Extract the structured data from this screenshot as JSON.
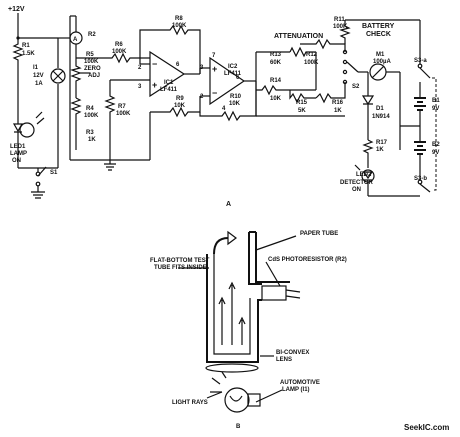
{
  "circuit": {
    "supply": "+12V",
    "r1": {
      "ref": "R1",
      "val": "1.5K"
    },
    "i1": {
      "ref": "I1",
      "v": "12V",
      "a": "1A"
    },
    "led1": {
      "ref": "LED1",
      "l1": "LAMP",
      "l2": "ON"
    },
    "s1": "S1",
    "r2": "R2",
    "r5": {
      "ref": "R5",
      "val": "100K",
      "l1": "ZERO",
      "l2": "ADJ"
    },
    "r6": {
      "ref": "R6",
      "val": "100K"
    },
    "r8": {
      "ref": "R8",
      "val": "100K"
    },
    "r4": {
      "ref": "R4",
      "val": "100K"
    },
    "r3": {
      "ref": "R3",
      "val": "1K"
    },
    "r7": {
      "ref": "R7",
      "val": "100K"
    },
    "ic1": {
      "ref": "IC1",
      "part": "LF411"
    },
    "ic2": {
      "ref": "IC2",
      "part": "LF411"
    },
    "r9": {
      "ref": "R9",
      "val": "10K"
    },
    "r10": {
      "ref": "R10",
      "val": "10K"
    },
    "attenuation": "ATTENUATION",
    "r11": {
      "ref": "R11",
      "val": "100K"
    },
    "battery_check": [
      "BATTERY",
      "CHECK"
    ],
    "r13": {
      "ref": "R13",
      "val": "60K"
    },
    "r12": {
      "ref": "R12",
      "val": "100K"
    },
    "r14": {
      "ref": "R14",
      "val": "10K"
    },
    "r15": {
      "ref": "R15",
      "val": "5K"
    },
    "r16": {
      "ref": "R16",
      "val": "1K"
    },
    "s2": "S2",
    "m1": {
      "ref": "M1",
      "val": "100µA"
    },
    "d1": {
      "ref": "D1",
      "part": "1N914"
    },
    "r17": {
      "ref": "R17",
      "val": "1K"
    },
    "led2": {
      "ref": "LED2",
      "l1": "DETECTOR",
      "l2": "ON"
    },
    "s3a": "S3-a",
    "s3b": "S3-b",
    "b1": {
      "ref": "B1",
      "val": "9V"
    },
    "b2": {
      "ref": "B2",
      "val": "9V"
    },
    "pins": {
      "p2": "2",
      "p3": "3",
      "p6": "6",
      "p7": "7",
      "p4": "4"
    },
    "caption": "A"
  },
  "apparatus": {
    "flat_tube": [
      "FLAT-BOTTOM TEST",
      "TUBE FITS INSIDE"
    ],
    "paper_tube": "PAPER TUBE",
    "cds": "CdS PHOTORESISTOR (R2)",
    "lens": [
      "BI-CONVEX",
      "LENS"
    ],
    "lamp": [
      "AUTOMOTIVE",
      "LAMP (I1)"
    ],
    "light_rays": "LIGHT RAYS",
    "caption": "B"
  },
  "watermark": "SeekIC.com"
}
